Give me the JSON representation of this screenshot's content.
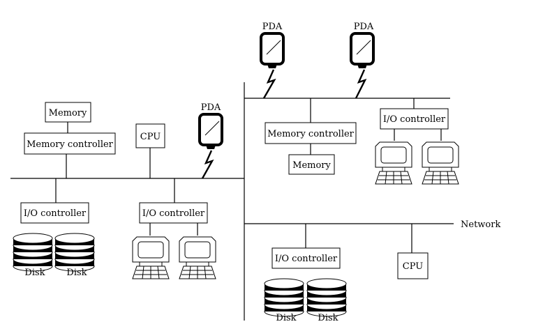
{
  "labels": {
    "memory": "Memory",
    "memory_controller": "Memory controller",
    "cpu": "CPU",
    "io_controller": "I/O controller",
    "pda": "PDA",
    "disk": "Disk",
    "network": "Network"
  },
  "colors": {
    "stroke": "#000000",
    "background": "#ffffff"
  },
  "icons": [
    "pda-icon",
    "disk-stack-icon",
    "terminal-icon",
    "wireless-link-icon"
  ]
}
